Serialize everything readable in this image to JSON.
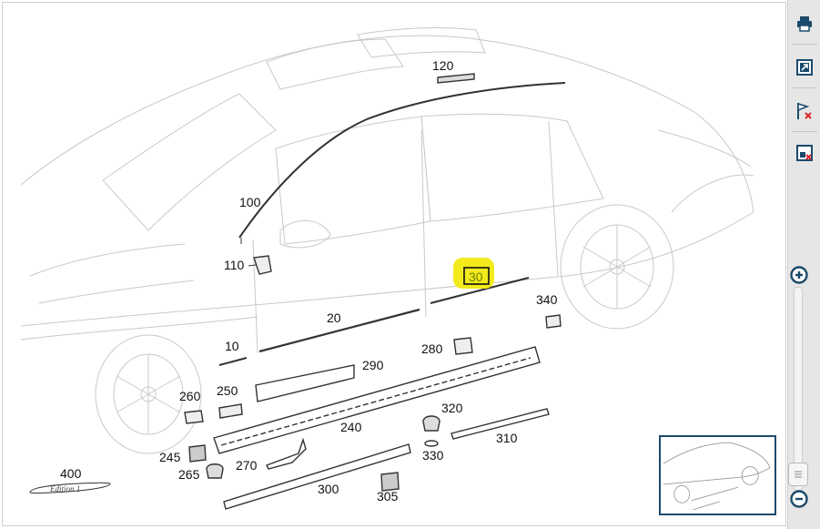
{
  "diagram": {
    "callouts": [
      {
        "label": "120"
      },
      {
        "label": "100"
      },
      {
        "label": "110"
      },
      {
        "label": "30",
        "highlighted": true
      },
      {
        "label": "340"
      },
      {
        "label": "20"
      },
      {
        "label": "10"
      },
      {
        "label": "280"
      },
      {
        "label": "290"
      },
      {
        "label": "250"
      },
      {
        "label": "260"
      },
      {
        "label": "240"
      },
      {
        "label": "320"
      },
      {
        "label": "310"
      },
      {
        "label": "330"
      },
      {
        "label": "245"
      },
      {
        "label": "265"
      },
      {
        "label": "270"
      },
      {
        "label": "300"
      },
      {
        "label": "305"
      },
      {
        "label": "400"
      }
    ],
    "badge_text": "Edition 1",
    "highlight_color": "#f2ea1c"
  },
  "toolbar": {
    "icons": [
      "print-icon",
      "open-external-icon",
      "flag-remove-icon",
      "window-close-icon"
    ]
  },
  "zoom": {
    "in_icon": "zoom-in-icon",
    "out_icon": "zoom-out-icon",
    "accent": "#1a4a6b"
  }
}
